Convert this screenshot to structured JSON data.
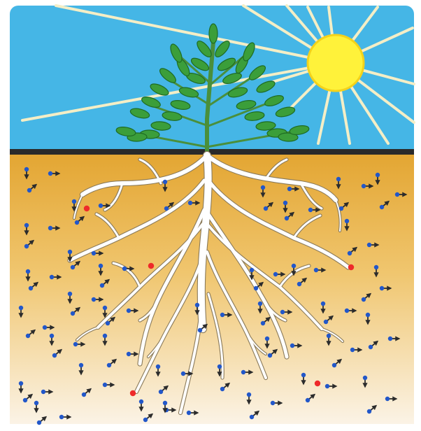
{
  "scene": {
    "sky_color": "#45b6e6",
    "soil_top_color": "#e3a531",
    "soil_bottom_color": "#fbf3e6",
    "ground_line_color": "#2a2a2a",
    "sun_color": "#fff23a",
    "ray_color": "#f4eec6",
    "leaf_color": "#3b9e3a",
    "leaf_dark_color": "#1e6b23",
    "stem_color": "#4a8f3b",
    "root_color": "#ffffff",
    "root_outline_color": "#8a7a5a",
    "particle_head_color": "#2257c9",
    "particle_arrow_color": "#2c2c2c",
    "special_particle_color": "#ee2a2a"
  },
  "elements": {
    "sun": "sun-icon",
    "plant": "plant-icon",
    "roots": "root-system",
    "particle": "moving-particle",
    "special_particle": "red-particle"
  }
}
